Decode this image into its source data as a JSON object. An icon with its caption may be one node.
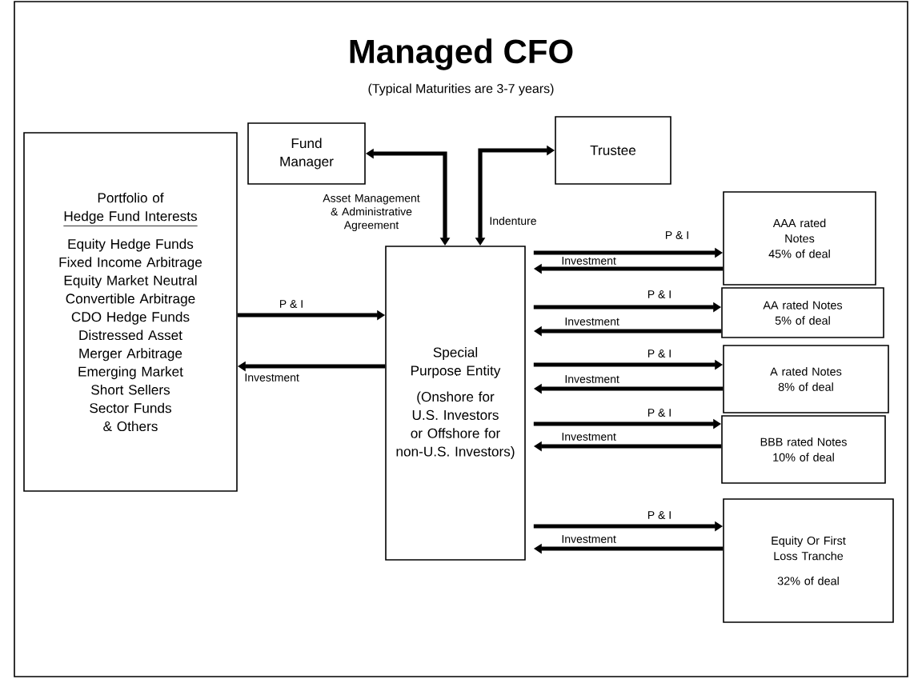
{
  "diagram": {
    "title": "Managed CFO",
    "caption": "(Typical Maturities are 3-7 years)",
    "nodes": [
      {
        "text": [
          "Portfolio of",
          "Hedge Fund Interests",
          "Equity Hedge Funds",
          "Fixed Income Arbitrage",
          "Equity Market Neutral",
          "Convertible Arbitrage",
          "CDO Hedge Funds",
          "Distressed Asset",
          "Merger Arbitrage",
          "Emerging Market",
          "Short Sellers",
          "Sector Funds",
          "& Others"
        ]
      },
      {
        "text": [
          "Fund Manager"
        ]
      },
      {
        "text": [
          "Trustee"
        ]
      },
      {
        "text": [
          "Special Purpose Entity",
          "(Onshore for U.S. Investors or Offshore for non-U.S. Investors)"
        ]
      },
      {
        "text": [
          "AAA rated Notes",
          "45% of deal"
        ]
      },
      {
        "text": [
          "AA rated Notes",
          "5% of deal"
        ]
      },
      {
        "text": [
          "A rated Notes",
          "8% of deal"
        ]
      },
      {
        "text": [
          "BBB rated Notes",
          "10% of deal"
        ]
      },
      {
        "text": [
          "Equity Or First Loss Tranche",
          "32% of deal"
        ]
      }
    ],
    "edges": [
      {
        "from": 1,
        "to": 3,
        "arrow": "both",
        "label": "Asset Management & Administrative Agreement"
      },
      {
        "from": 2,
        "to": 3,
        "arrow": "both",
        "label": "Indenture"
      },
      {
        "from": 0,
        "to": 3,
        "arrow": "to",
        "label": "P & I"
      },
      {
        "from": 3,
        "to": 0,
        "arrow": "to",
        "label": "Investment"
      },
      {
        "from": 3,
        "to": 4,
        "arrow": "to",
        "label": "P & I"
      },
      {
        "from": 4,
        "to": 3,
        "arrow": "to",
        "label": "Investment"
      },
      {
        "from": 3,
        "to": 5,
        "arrow": "to",
        "label": "P & I"
      },
      {
        "from": 5,
        "to": 3,
        "arrow": "to",
        "label": "Investment"
      },
      {
        "from": 3,
        "to": 6,
        "arrow": "to",
        "label": "P & I"
      },
      {
        "from": 6,
        "to": 3,
        "arrow": "to",
        "label": "Investment"
      },
      {
        "from": 3,
        "to": 7,
        "arrow": "to",
        "label": "P & I"
      },
      {
        "from": 7,
        "to": 3,
        "arrow": "to",
        "label": "Investment"
      },
      {
        "from": 3,
        "to": 8,
        "arrow": "to",
        "label": "P & I"
      },
      {
        "from": 8,
        "to": 3,
        "arrow": "to",
        "label": "Investment"
      }
    ]
  }
}
